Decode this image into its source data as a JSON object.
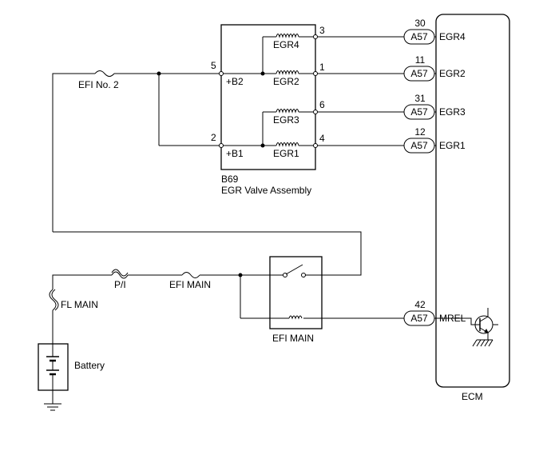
{
  "valve": {
    "ref": "B69",
    "name": "EGR Valve Assembly",
    "supply_pins": [
      {
        "pin": "5",
        "label": "+B2"
      },
      {
        "pin": "2",
        "label": "+B1"
      }
    ],
    "coils": [
      {
        "name": "EGR4",
        "pin": "3"
      },
      {
        "name": "EGR2",
        "pin": "1"
      },
      {
        "name": "EGR3",
        "pin": "6"
      },
      {
        "name": "EGR1",
        "pin": "4"
      }
    ]
  },
  "ecm": {
    "name": "ECM",
    "terminals": [
      {
        "pin": "30",
        "connector": "A57",
        "label": "EGR4"
      },
      {
        "pin": "11",
        "connector": "A57",
        "label": "EGR2"
      },
      {
        "pin": "31",
        "connector": "A57",
        "label": "EGR3"
      },
      {
        "pin": "12",
        "connector": "A57",
        "label": "EGR1"
      },
      {
        "pin": "42",
        "connector": "A57",
        "label": "MREL"
      }
    ]
  },
  "fuses": {
    "efi_no2": "EFI No. 2",
    "pi": "P/I",
    "efi_main": "EFI MAIN",
    "fl_main": "FL MAIN"
  },
  "relay": {
    "name": "EFI MAIN"
  },
  "battery": {
    "name": "Battery"
  }
}
